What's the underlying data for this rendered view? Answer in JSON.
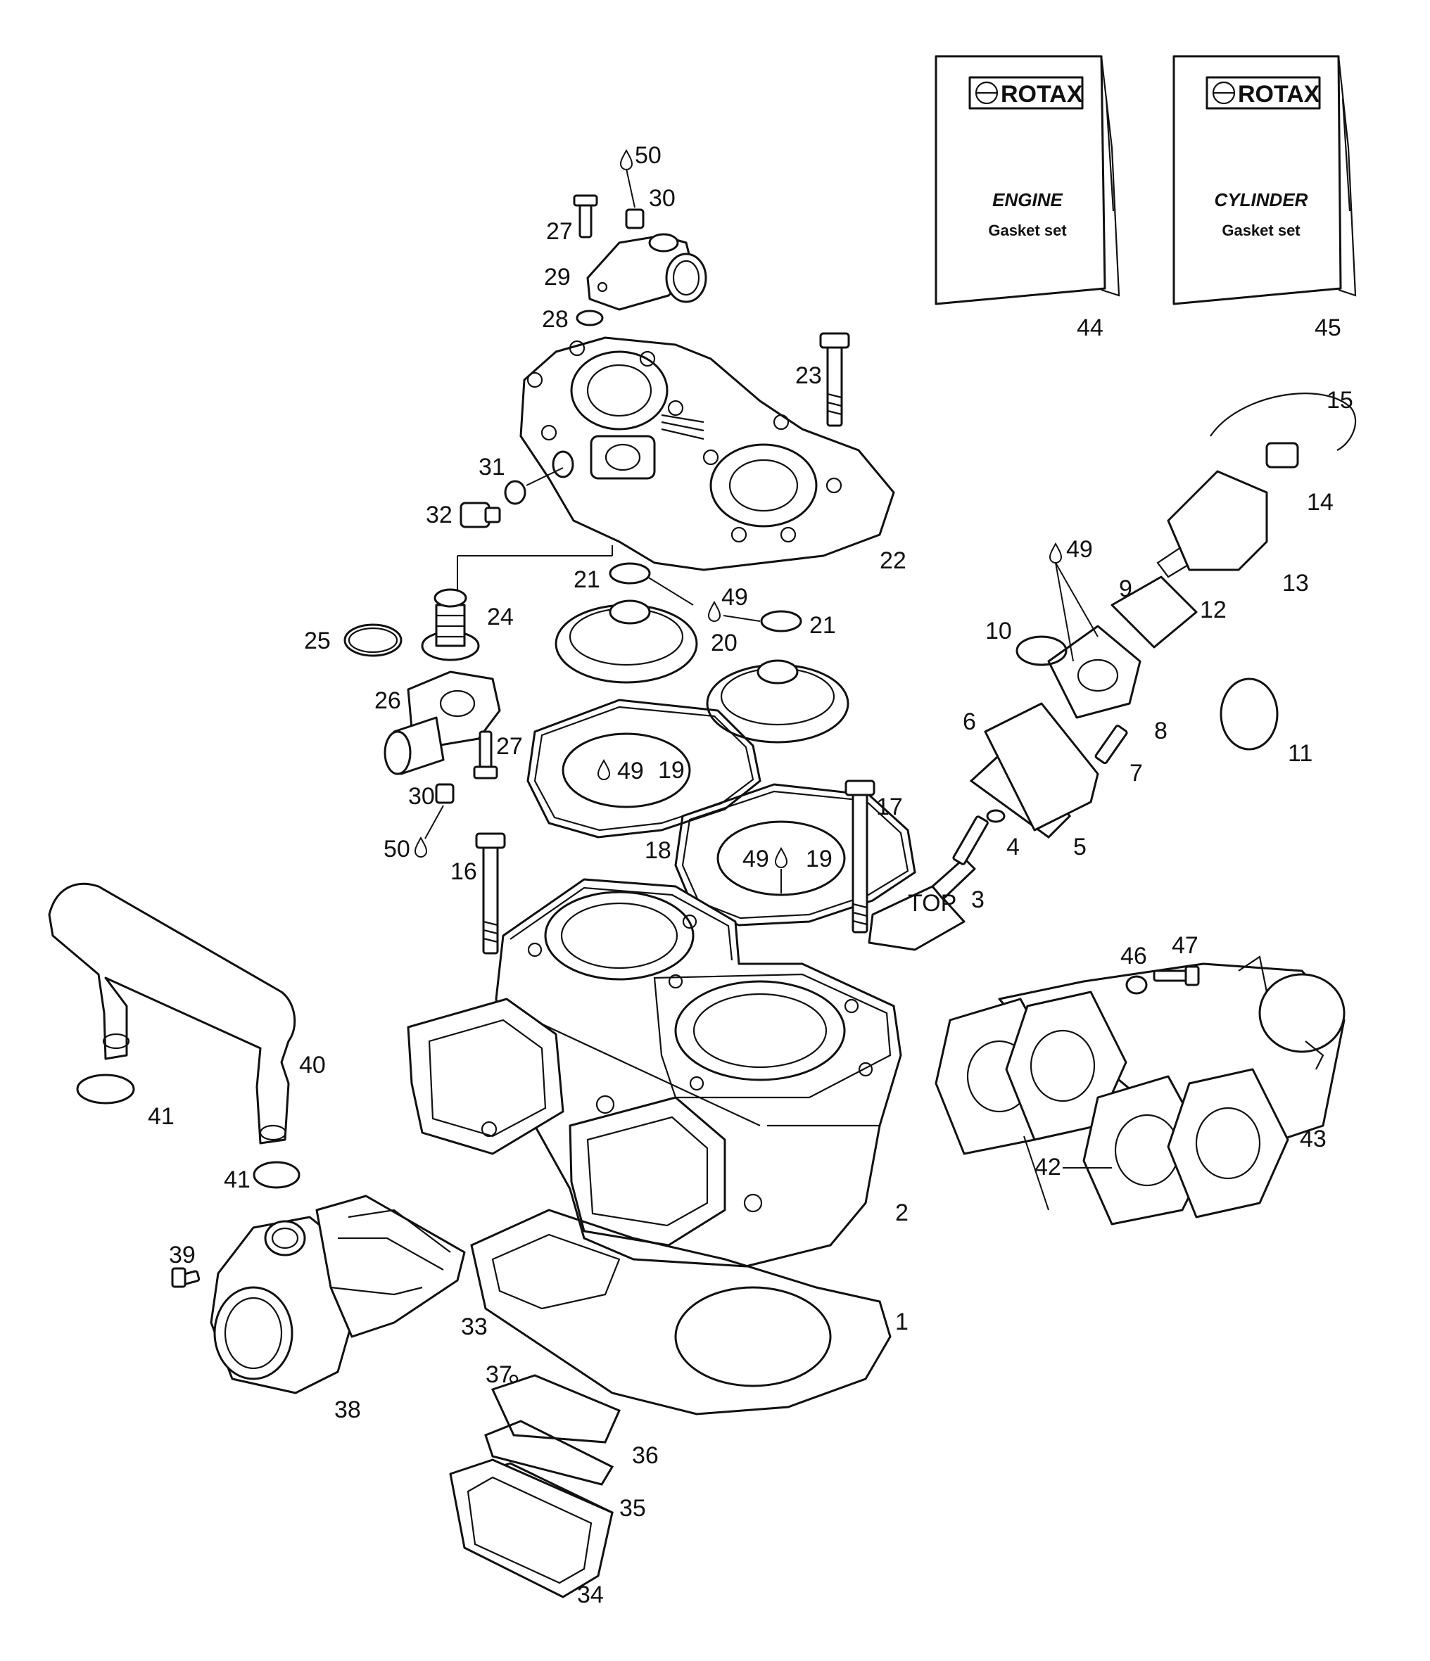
{
  "books": [
    {
      "brand": "ROTAX",
      "title": "ENGINE",
      "subtitle": "Gasket set",
      "ref": "44"
    },
    {
      "brand": "ROTAX",
      "title": "CYLINDER",
      "subtitle": "Gasket set",
      "ref": "45"
    }
  ],
  "callouts": {
    "c1": "1",
    "c2": "2",
    "c3": "3",
    "c4": "4",
    "c5": "5",
    "c6": "6",
    "c7": "7",
    "c8": "8",
    "c9": "9",
    "c10": "10",
    "c11": "11",
    "c12": "12",
    "c13": "13",
    "c14": "14",
    "c15": "15",
    "c16": "16",
    "c17": "17",
    "c18": "18",
    "c19a": "19",
    "c19b": "19",
    "c20": "20",
    "c21a": "21",
    "c21b": "21",
    "c22": "22",
    "c23": "23",
    "c24": "24",
    "c25": "25",
    "c26": "26",
    "c27a": "27",
    "c27b": "27",
    "c28": "28",
    "c29": "29",
    "c30a": "30",
    "c30b": "30",
    "c31": "31",
    "c32": "32",
    "c33": "33",
    "c34": "34",
    "c35": "35",
    "c36": "36",
    "c37": "37",
    "c38": "38",
    "c39": "39",
    "c40": "40",
    "c41a": "41",
    "c41b": "41",
    "c42": "42",
    "c43": "43",
    "c46": "46",
    "c47": "47",
    "c49a": "49",
    "c49b": "49",
    "c49c": "49",
    "c49d": "49",
    "c50a": "50",
    "c50b": "50"
  },
  "stamp": "TOP",
  "icons": [
    "rotax-logo-icon",
    "lubricant-drop-icon"
  ]
}
